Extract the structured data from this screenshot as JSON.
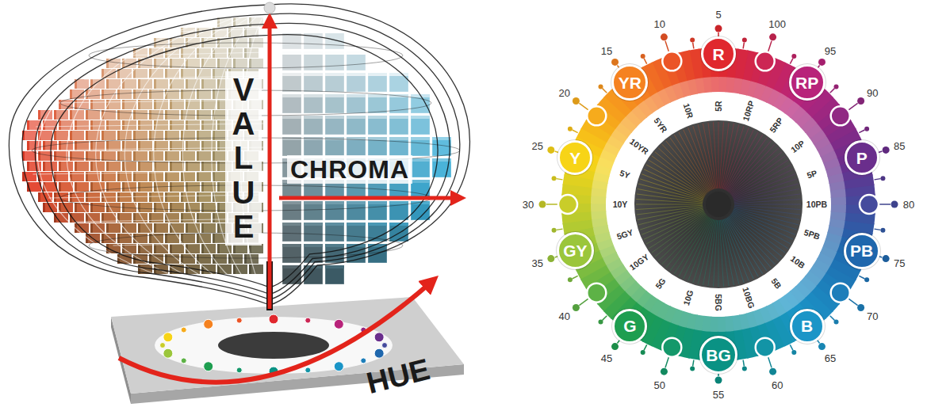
{
  "diagram": {
    "nodes": [
      {
        "text": [
          "R"
        ]
      },
      {
        "text": [
          "YR"
        ]
      },
      {
        "text": [
          "Y"
        ]
      },
      {
        "text": [
          "GY"
        ]
      },
      {
        "text": [
          "G"
        ]
      },
      {
        "text": [
          "BG"
        ]
      },
      {
        "text": [
          "B"
        ]
      },
      {
        "text": [
          "PB"
        ]
      },
      {
        "text": [
          "P"
        ]
      },
      {
        "text": [
          "RP"
        ]
      }
    ],
    "labels": [
      "VALUE",
      "CHROMA",
      "HUE",
      "5",
      "10",
      "15",
      "20",
      "25",
      "30",
      "35",
      "40",
      "45",
      "50",
      "55",
      "60",
      "65",
      "70",
      "75",
      "80",
      "85",
      "90",
      "95",
      "100",
      "5R",
      "10R",
      "5YR",
      "10YR",
      "5Y",
      "10Y",
      "5GY",
      "10GY",
      "5G",
      "10G",
      "5BG",
      "10BG",
      "5B",
      "10B",
      "5PB",
      "10PB",
      "5P",
      "10P",
      "5RP",
      "10RP"
    ]
  }
}
